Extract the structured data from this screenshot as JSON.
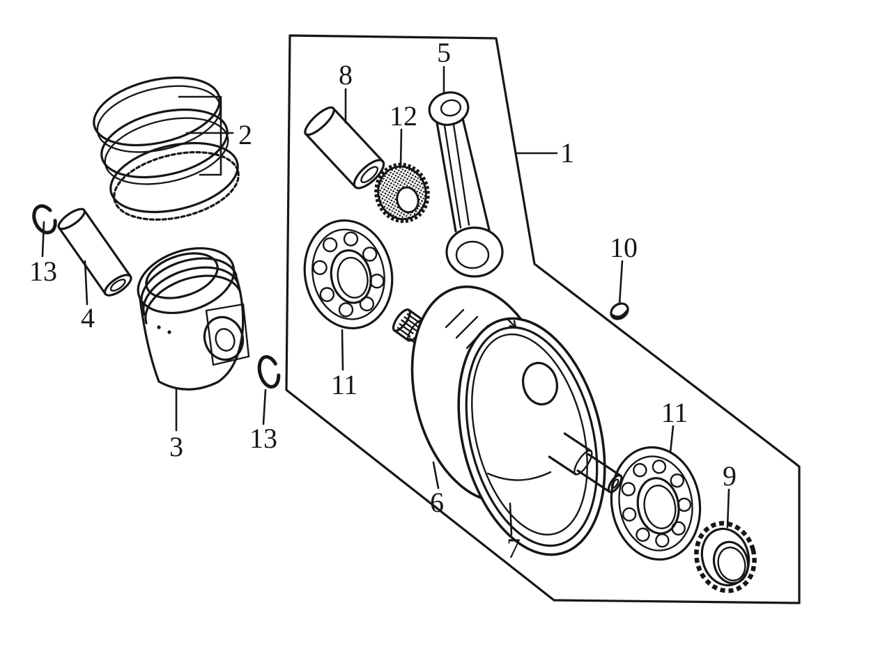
{
  "figure": {
    "kind": "exploded-parts-line-diagram",
    "background_color": "#ffffff",
    "line_color": "#161616"
  },
  "callouts": {
    "c1": {
      "label": "1"
    },
    "c2": {
      "label": "2"
    },
    "c3": {
      "label": "3"
    },
    "c4": {
      "label": "4"
    },
    "c5": {
      "label": "5"
    },
    "c6": {
      "label": "6"
    },
    "c7": {
      "label": "7"
    },
    "c8": {
      "label": "8"
    },
    "c9": {
      "label": "9"
    },
    "c10": {
      "label": "10"
    },
    "c11_left": {
      "label": "11"
    },
    "c11_right": {
      "label": "11"
    },
    "c12": {
      "label": "12"
    },
    "c13_left": {
      "label": "13"
    },
    "c13_right": {
      "label": "13"
    }
  }
}
